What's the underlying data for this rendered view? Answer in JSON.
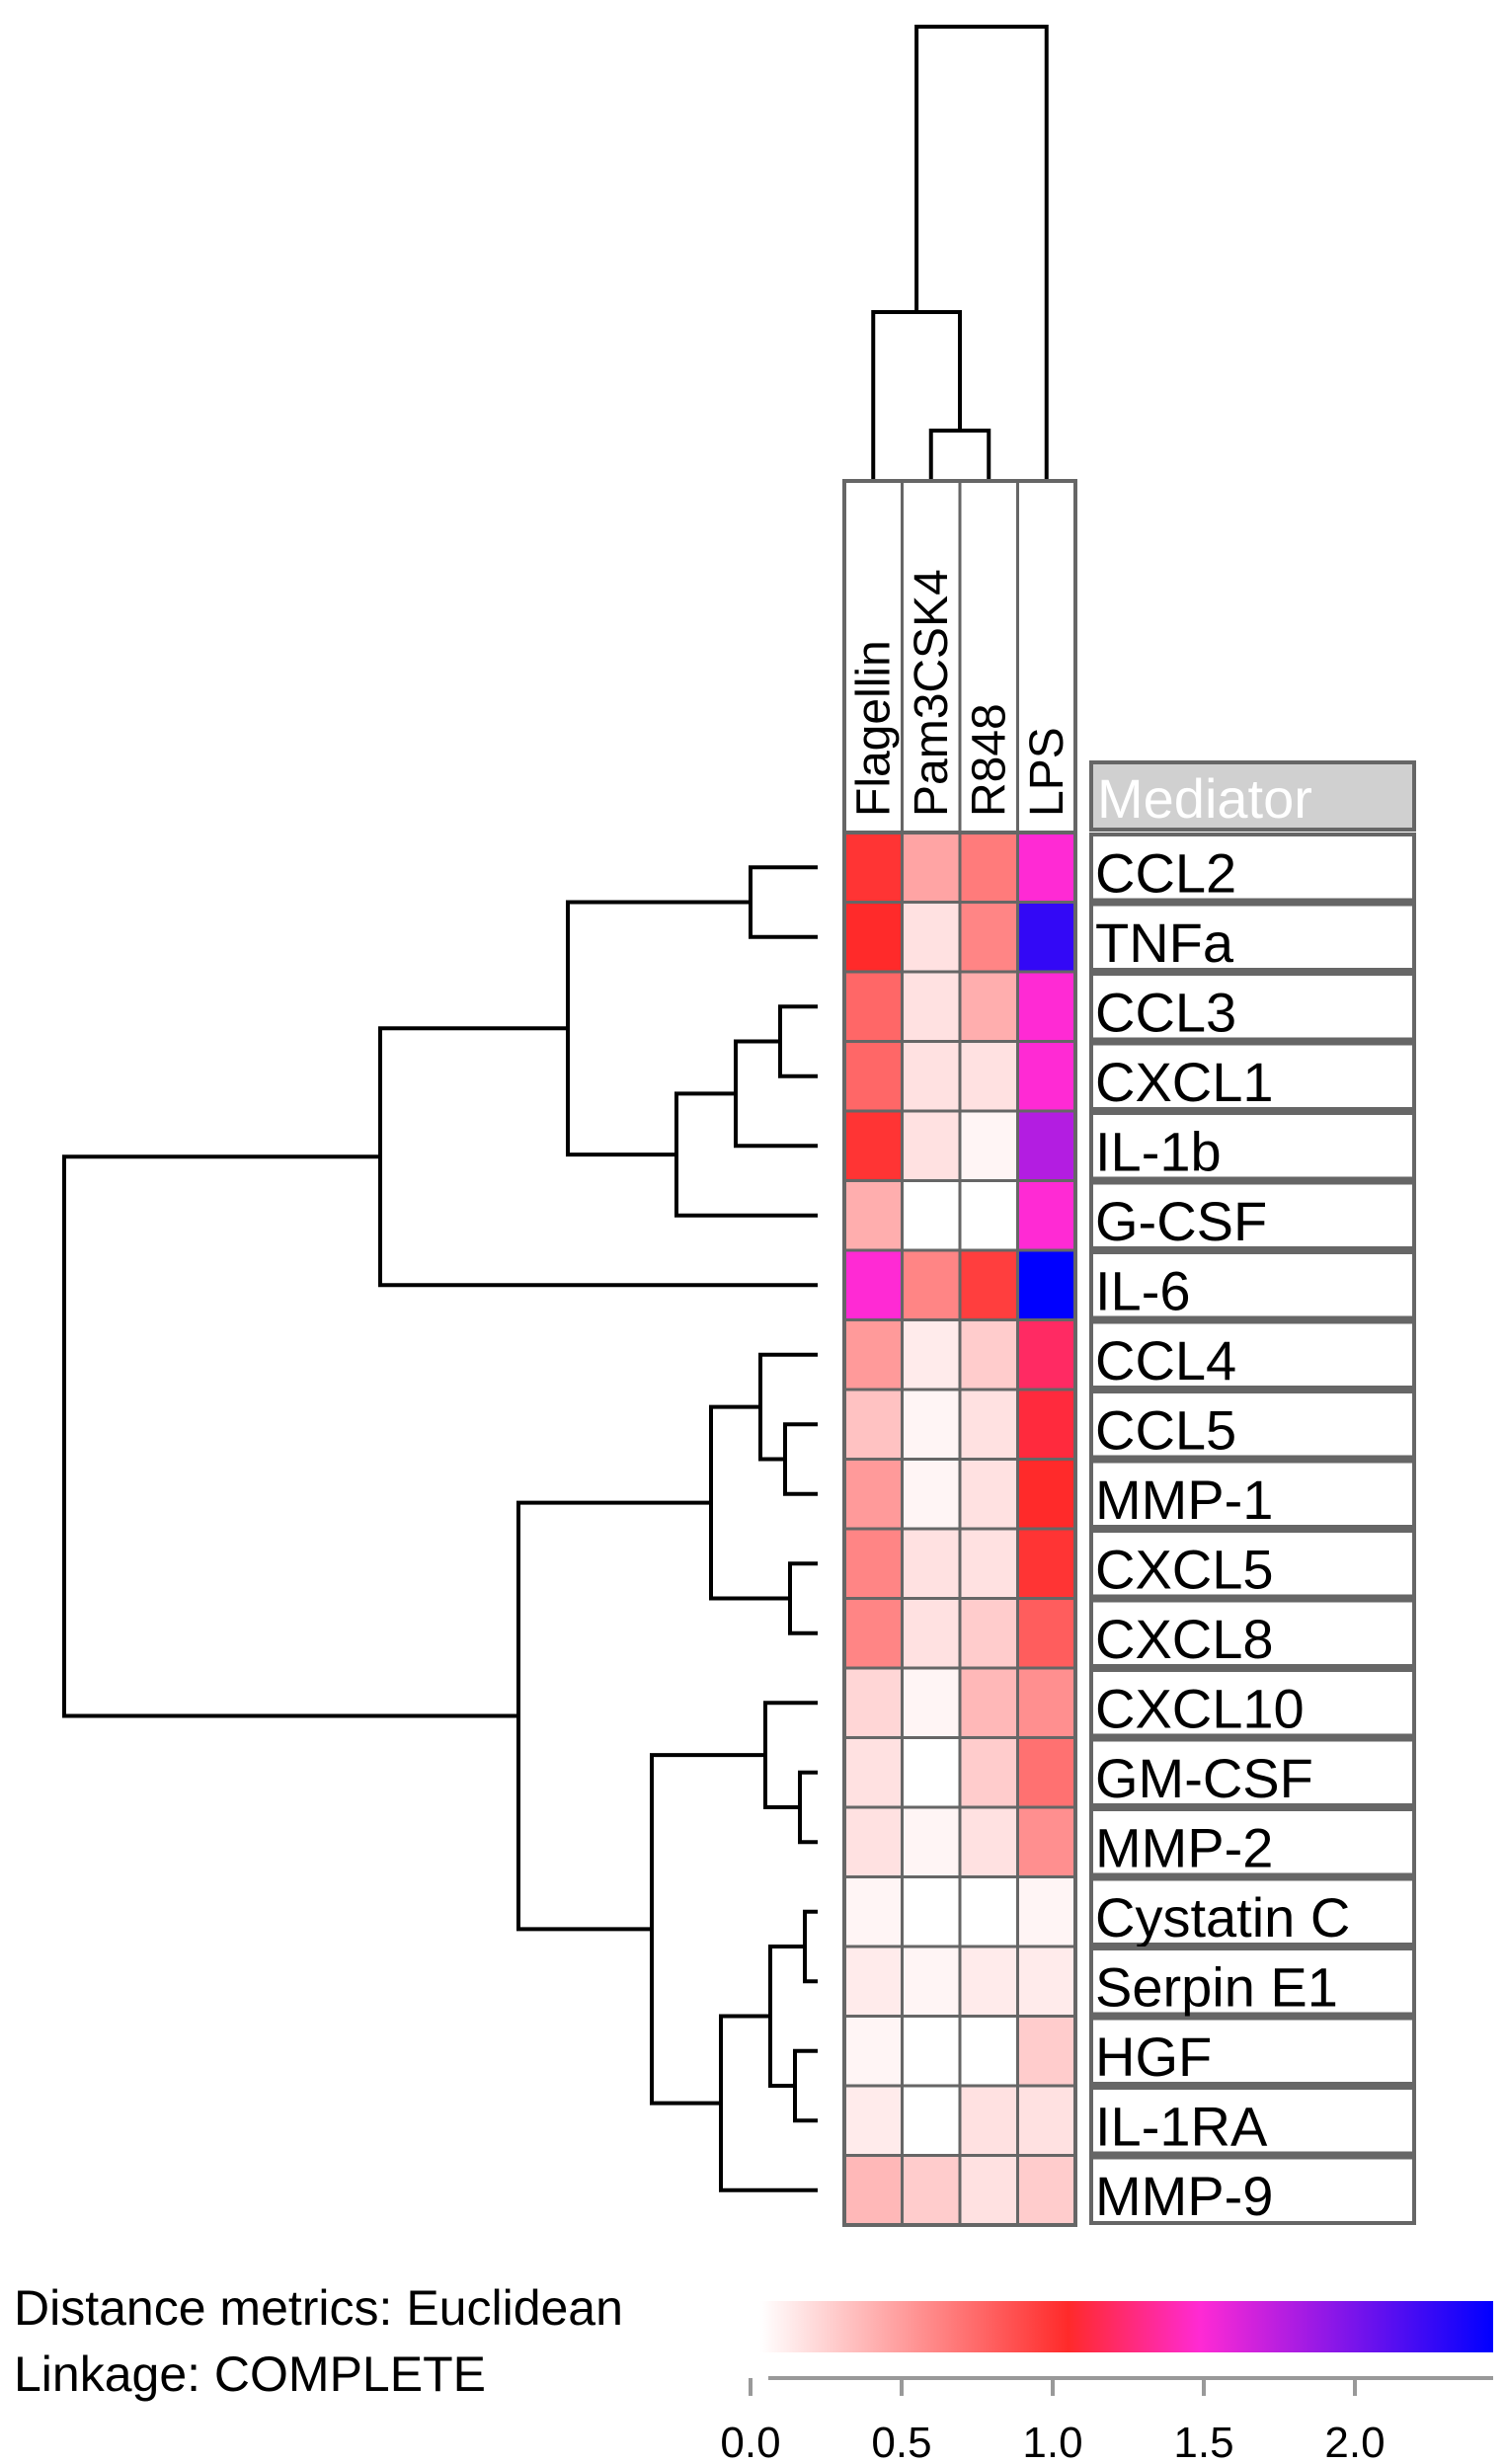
{
  "chart_data": {
    "type": "heatmap",
    "columns": [
      "Flagellin",
      "Pam3CSK4",
      "R848",
      "LPS"
    ],
    "rows_header": "Mediator",
    "rows": [
      "CCL2",
      "TNFa",
      "CCL3",
      "CXCL1",
      "IL-1b",
      "G-CSF",
      "IL-6",
      "CCL4",
      "CCL5",
      "MMP-1",
      "CXCL5",
      "CXCL8",
      "CXCL10",
      "GM-CSF",
      "MMP-2",
      "Cystatin C",
      "Serpin E1",
      "HGF",
      "IL-1RA",
      "MMP-9"
    ],
    "values": [
      [
        1.0,
        0.45,
        0.65,
        1.5
      ],
      [
        1.05,
        0.15,
        0.6,
        2.3
      ],
      [
        0.75,
        0.15,
        0.4,
        1.5
      ],
      [
        0.75,
        0.15,
        0.15,
        1.5
      ],
      [
        1.0,
        0.15,
        0.05,
        1.8
      ],
      [
        0.4,
        0.0,
        0.0,
        1.5
      ],
      [
        1.5,
        0.6,
        0.95,
        2.5
      ],
      [
        0.5,
        0.1,
        0.25,
        1.2
      ],
      [
        0.3,
        0.05,
        0.15,
        1.1
      ],
      [
        0.5,
        0.05,
        0.15,
        1.05
      ],
      [
        0.6,
        0.15,
        0.15,
        1.0
      ],
      [
        0.6,
        0.15,
        0.25,
        0.8
      ],
      [
        0.2,
        0.05,
        0.35,
        0.55
      ],
      [
        0.15,
        0.0,
        0.25,
        0.7
      ],
      [
        0.15,
        0.05,
        0.15,
        0.55
      ],
      [
        0.05,
        0.0,
        0.0,
        0.05
      ],
      [
        0.1,
        0.05,
        0.1,
        0.1
      ],
      [
        0.05,
        0.0,
        0.0,
        0.25
      ],
      [
        0.1,
        0.0,
        0.15,
        0.15
      ],
      [
        0.35,
        0.25,
        0.15,
        0.25
      ]
    ],
    "colorscale": {
      "stops": [
        0.0,
        1.05,
        1.5,
        2.5
      ],
      "colors": [
        "#ffffff",
        "#ff2a2a",
        "#ff2ad4",
        "#0000ff"
      ],
      "ticks": [
        "0.0",
        "0.5",
        "1.0",
        "1.5",
        "2.0"
      ],
      "tick_values": [
        0.0,
        0.5,
        1.0,
        1.5,
        2.0
      ]
    },
    "notes": [
      "Distance metrics: Euclidean",
      "Linkage: COMPLETE"
    ]
  }
}
